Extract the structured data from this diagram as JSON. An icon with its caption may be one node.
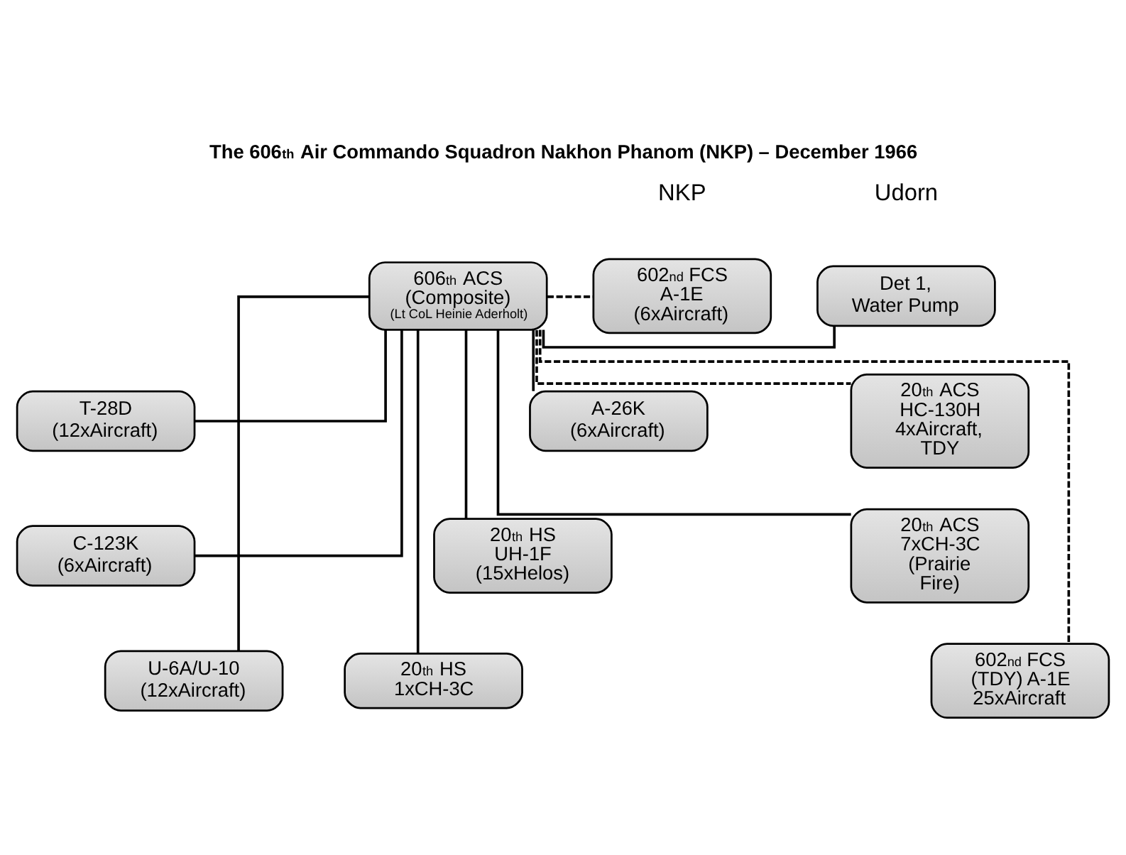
{
  "diagram": {
    "title": "The 606$^{th}$ Air Commando Squadron Nakhon Phanom (NKP) – December 1966",
    "nodes": [
      {
        "text": [
          "602$^{nd}$ FCS A-1E (6xAircraft)"
        ]
      },
      {
        "text": [
          "606$^{th}$ ACS (Composite)",
          "(Lt CoL Heinie Aderholt)"
        ]
      },
      {
        "text": [
          "Det 1, Water Pump"
        ]
      },
      {
        "text": [
          "T-28D (12xAircraft)"
        ]
      },
      {
        "text": [
          "A-26K (6xAircraft)"
        ]
      },
      {
        "text": [
          "20$^{th}$ ACS HC-130H 4xAircraft, TDY"
        ]
      },
      {
        "text": [
          "C-123K (6xAircraft)"
        ]
      },
      {
        "text": [
          "20$^{th}$ HS UH-1F (15xHelos)"
        ]
      },
      {
        "text": [
          "20$^{th}$ ACS 7xCH-3C (Prairie Fire)"
        ]
      },
      {
        "text": [
          "U-6A/U-10 (12xAircraft)"
        ]
      },
      {
        "text": [
          "20$^{th}$ HS 1xCH-3C"
        ]
      },
      {
        "text": [
          "602$^{nd}$ FCS (TDY) A-1E 25xAircraft"
        ]
      }
    ],
    "edges": [
      {
        "from": 1,
        "to": 0,
        "arrow": "none",
        "style": "dashed"
      },
      {
        "from": 1,
        "to": 2,
        "arrow": "none"
      },
      {
        "from": 1,
        "to": 3,
        "arrow": "none"
      },
      {
        "from": 1,
        "to": 4,
        "arrow": "none"
      },
      {
        "from": 1,
        "to": 6,
        "arrow": "none"
      },
      {
        "from": 1,
        "to": 7,
        "arrow": "none"
      },
      {
        "from": 1,
        "to": 9,
        "arrow": "none"
      },
      {
        "from": 1,
        "to": 10,
        "arrow": "none"
      },
      {
        "from": 1,
        "to": 5,
        "arrow": "none",
        "style": "dashed"
      },
      {
        "from": 1,
        "to": 8,
        "arrow": "none"
      },
      {
        "from": 1,
        "to": 11,
        "arrow": "none",
        "style": "dashed"
      }
    ],
    "labels": [
      "NKP",
      "Udorn"
    ]
  }
}
